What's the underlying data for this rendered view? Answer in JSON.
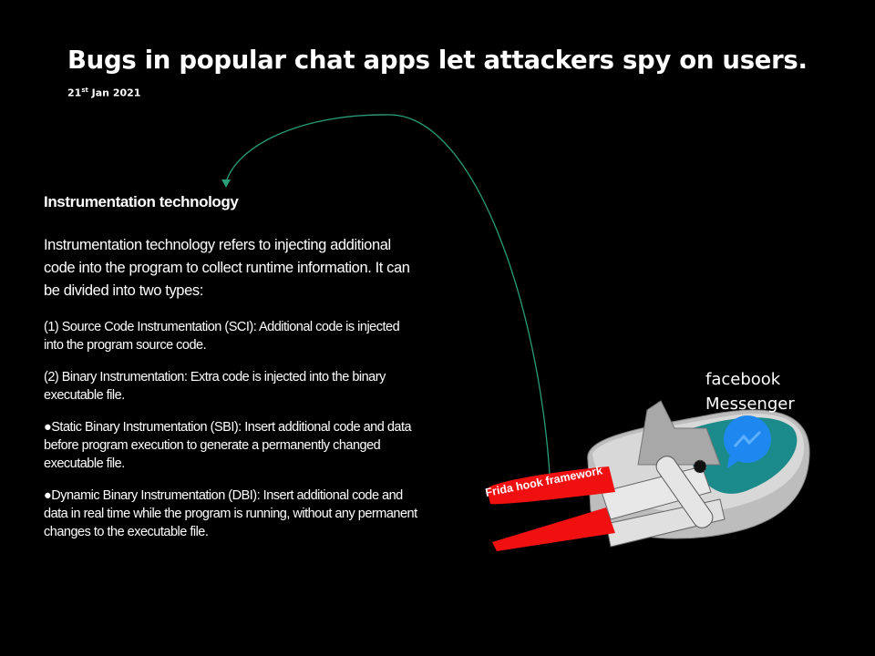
{
  "title": "Bugs in popular chat apps let attackers spy on users.",
  "date": {
    "day": "21",
    "suffix": "st",
    "rest": " Jan 2021"
  },
  "content": {
    "heading": "Instrumentation technology",
    "intro": "Instrumentation technology refers to injecting additional code into the program to collect runtime information. It can be divided into two types:",
    "items": [
      "(1) Source Code Instrumentation (SCI): Additional code is injected into the program source code.",
      "(2) Binary Instrumentation: Extra code is injected into the binary executable file.",
      "●Static Binary Instrumentation (SBI): Insert additional code and data before program execution to generate a permanently changed executable file.",
      "●Dynamic Binary Instrumentation (DBI): Insert additional code and data in real time while the program is running, without any permanent changes to the executable file."
    ]
  },
  "illustration": {
    "app_line1": "facebook",
    "app_line2": "Messenger",
    "tool_label": "Frida hook framework",
    "icon": "messenger-icon",
    "colors": {
      "arrow": "#2a9d7a",
      "handle": "#f01010",
      "can": "#c8c8c8",
      "fill": "#1a8a8a",
      "messenger": "#1e88f0"
    }
  }
}
